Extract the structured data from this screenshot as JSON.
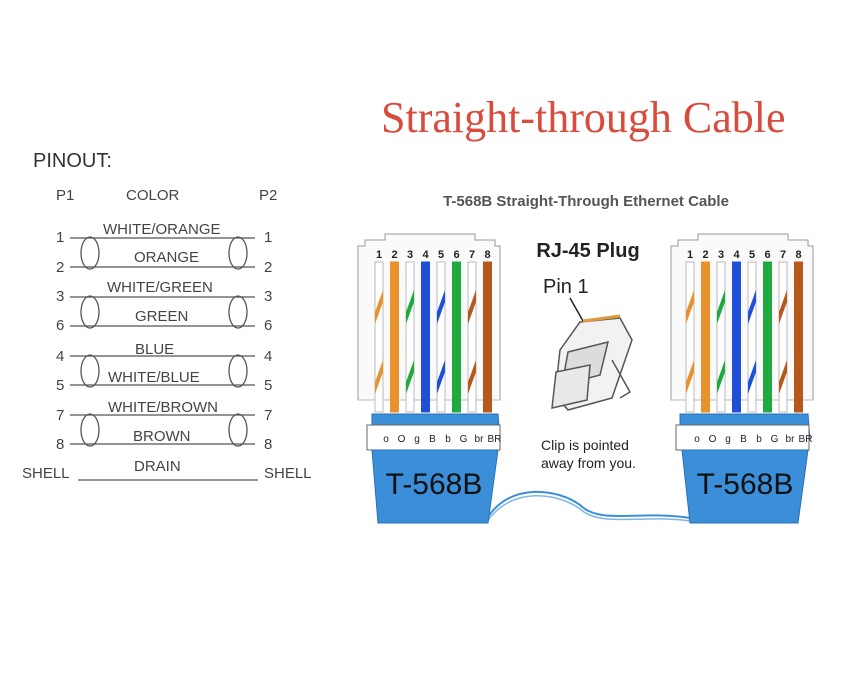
{
  "title": "Straight-through Cable",
  "pinout": {
    "heading": "PINOUT:",
    "col_p1": "P1",
    "col_color": "COLOR",
    "col_p2": "P2",
    "rows": [
      {
        "p1": "1",
        "color": "WHITE/ORANGE",
        "p2": "1"
      },
      {
        "p1": "2",
        "color": "ORANGE",
        "p2": "2"
      },
      {
        "p1": "3",
        "color": "WHITE/GREEN",
        "p2": "3"
      },
      {
        "p1": "6",
        "color": "GREEN",
        "p2": "6"
      },
      {
        "p1": "4",
        "color": "BLUE",
        "p2": "4"
      },
      {
        "p1": "5",
        "color": "WHITE/BLUE",
        "p2": "5"
      },
      {
        "p1": "7",
        "color": "WHITE/BROWN",
        "p2": "7"
      },
      {
        "p1": "8",
        "color": "BROWN",
        "p2": "8"
      }
    ],
    "shell_left": "SHELL",
    "shell_color": "DRAIN",
    "shell_right": "SHELL"
  },
  "diagram": {
    "subtitle": "T-568B Straight-Through Ethernet Cable",
    "plug_title": "RJ-45 Plug",
    "pin1_label": "Pin 1",
    "clip_note_line1": "Clip is pointed",
    "clip_note_line2": "away from you.",
    "connector_label": "T-568B",
    "pin_numbers": [
      "1",
      "2",
      "3",
      "4",
      "5",
      "6",
      "7",
      "8"
    ],
    "wire_codes": [
      "o",
      "O",
      "g",
      "B",
      "b",
      "G",
      "br",
      "BR"
    ],
    "wire_colors": {
      "orange": "#e8922e",
      "green": "#1faa3f",
      "blue": "#1f4fd8",
      "brown": "#b5581b",
      "boot": "#3b8fd8"
    }
  }
}
